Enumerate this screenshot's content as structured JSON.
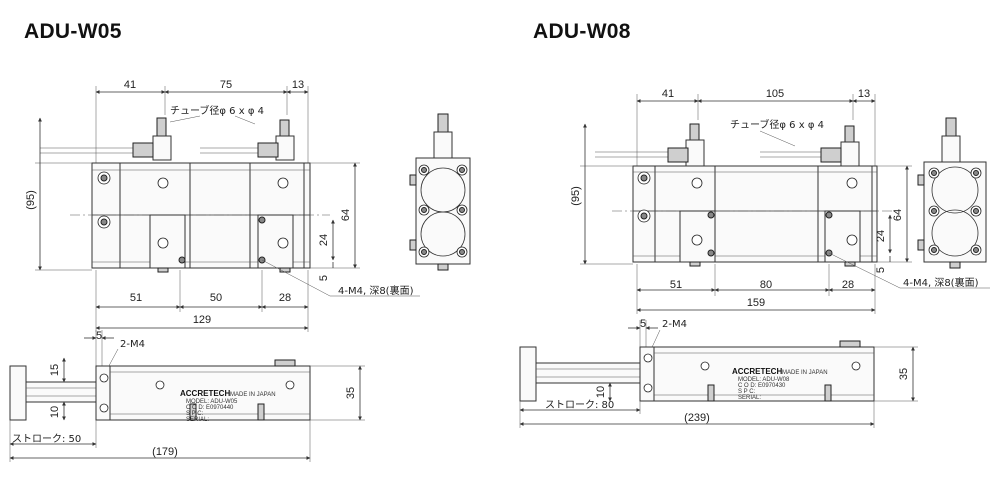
{
  "titles": {
    "left": "ADU-W05",
    "right": "ADU-W08"
  },
  "left": {
    "top_dims": [
      "41",
      "75",
      "13"
    ],
    "tube_note": "チューブ径φ 6 x φ 4",
    "height_dim": "(95)",
    "side_dims": [
      "64",
      "24",
      "5"
    ],
    "bottom_dims": [
      "51",
      "50",
      "28"
    ],
    "total_width": "129",
    "thread_note": "4-M4, 深8(裏面)",
    "side_view": {
      "top_dim": "5",
      "thread_note": "2-M4",
      "left_dims": [
        "15",
        "10"
      ],
      "height_dim": "35",
      "stroke_label": "ストローク: 50",
      "total_length": "(179)",
      "plate": {
        "brand": "ACCRETECH",
        "made_in": "MADE IN JAPAN",
        "model": "MODEL: ADU-W05",
        "code": "C O D: E0970440",
        "spec": "S P C:",
        "serial": "SERIAL:"
      }
    }
  },
  "right": {
    "top_dims": [
      "41",
      "105",
      "13"
    ],
    "tube_note": "チューブ径φ 6 x φ 4",
    "height_dim": "(95)",
    "side_dims": [
      "64",
      "24",
      "5"
    ],
    "bottom_dims": [
      "51",
      "80",
      "28"
    ],
    "total_width": "159",
    "thread_note": "4-M4, 深8(裏面)",
    "side_view": {
      "top_dim": "5",
      "thread_note": "2-M4",
      "left_dims": [
        "10"
      ],
      "height_dim": "35",
      "stroke_label": "ストローク: 80",
      "total_length": "(239)",
      "plate": {
        "brand": "ACCRETECH",
        "made_in": "MADE IN JAPAN",
        "model": "MODEL: ADU-W08",
        "code": "C O D: E0970430",
        "spec": "S P C:",
        "serial": "SERIAL:"
      }
    }
  }
}
